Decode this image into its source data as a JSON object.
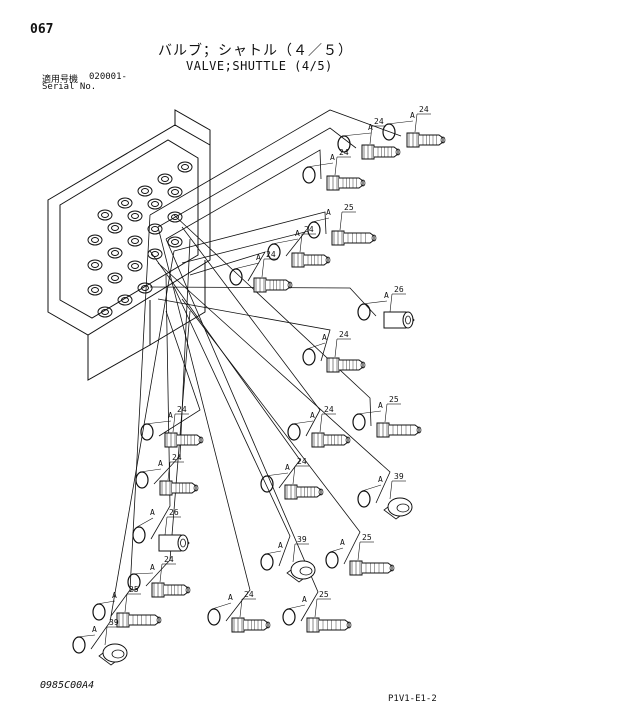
{
  "header": {
    "page_number": "067",
    "title_jp": "バルブ；シャトル（４／５）",
    "title_en": "VALVE;SHUTTLE (4/5)",
    "serial_label_jp": "適用号機",
    "serial_value": "020001-",
    "serial_label_en": "Serial No."
  },
  "footer": {
    "doc_code": "0985C00A4",
    "sheet_code": "P1V1-E1-2"
  },
  "callouts": [
    {
      "part": "24",
      "letter": "A"
    },
    {
      "part": "24",
      "letter": "A"
    },
    {
      "part": "24",
      "letter": "A"
    },
    {
      "part": "25",
      "letter": "A"
    },
    {
      "part": "24",
      "letter": "A"
    },
    {
      "part": "24",
      "letter": "A"
    },
    {
      "part": "26",
      "letter": "A"
    },
    {
      "part": "24",
      "letter": "A"
    },
    {
      "part": "24",
      "letter": "A"
    },
    {
      "part": "25",
      "letter": "A"
    },
    {
      "part": "24",
      "letter": "A"
    },
    {
      "part": "24",
      "letter": "A"
    },
    {
      "part": "24",
      "letter": "A"
    },
    {
      "part": "39",
      "letter": "A"
    },
    {
      "part": "26",
      "letter": "A"
    },
    {
      "part": "39",
      "letter": "A"
    },
    {
      "part": "25",
      "letter": "A"
    },
    {
      "part": "24",
      "letter": "A"
    },
    {
      "part": "25",
      "letter": "A"
    },
    {
      "part": "24",
      "letter": "A"
    },
    {
      "part": "25",
      "letter": "A"
    },
    {
      "part": "39",
      "letter": "A"
    }
  ]
}
